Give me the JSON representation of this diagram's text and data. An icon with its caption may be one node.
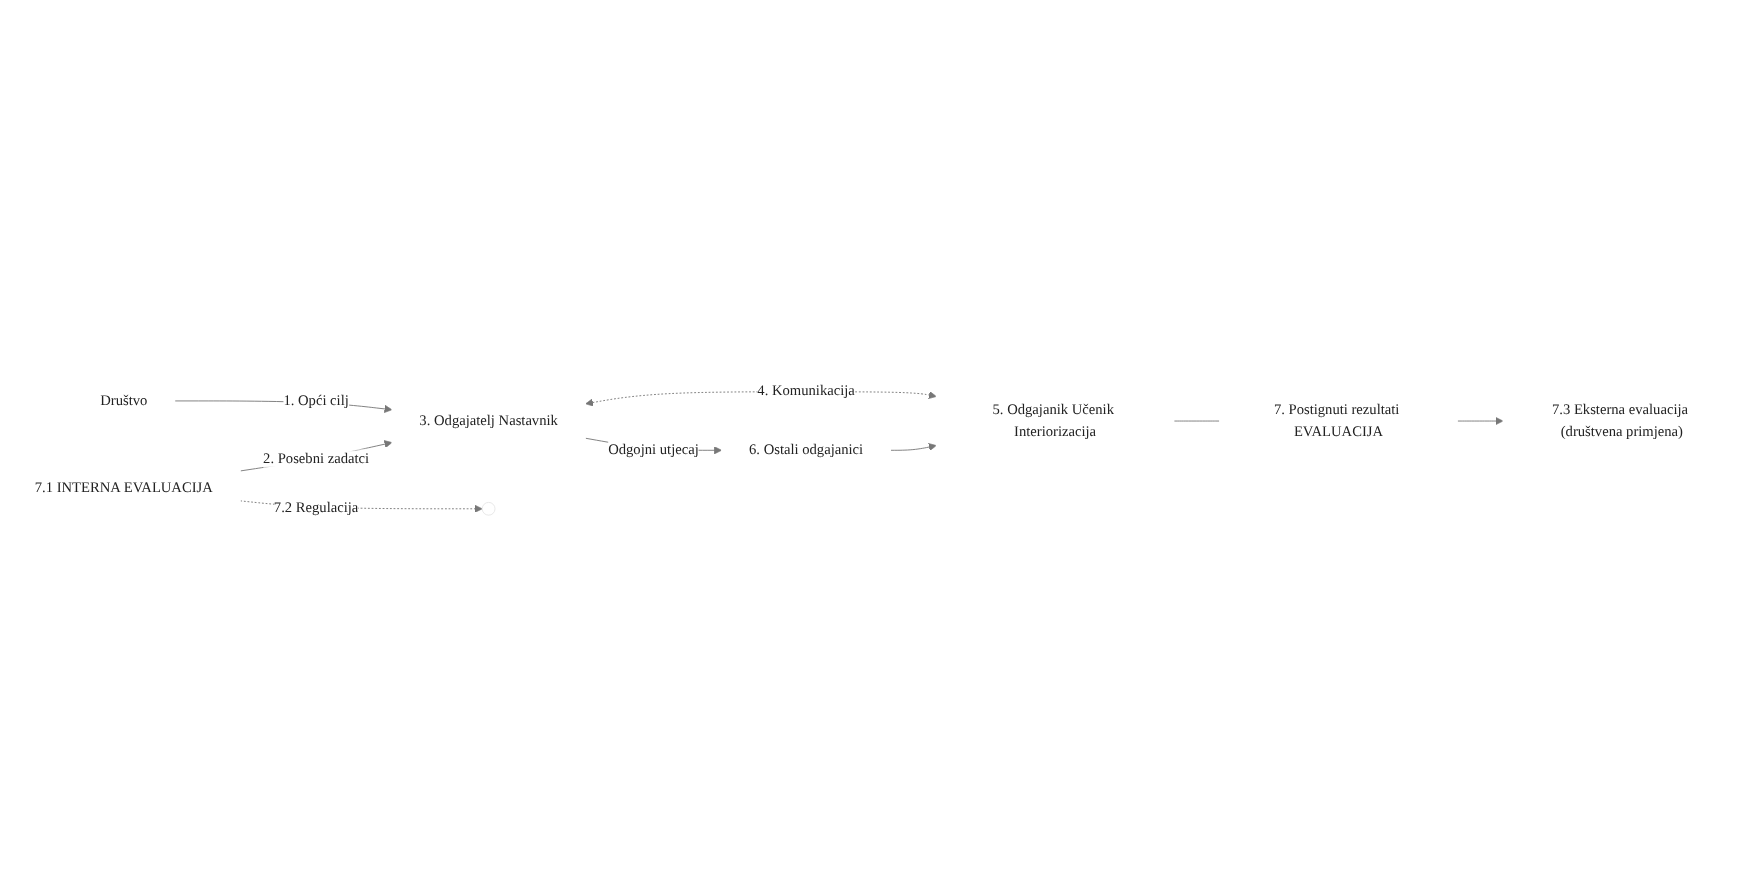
{
  "diagram": {
    "nodes": [
      {
        "text": [
          "Društvo"
        ]
      },
      {
        "text": [
          "7.1 INTERNA EVALUACIJA"
        ]
      },
      {
        "text": [
          "3. Odgajatelj Nastavnik"
        ]
      },
      {
        "text": [
          "6. Ostali odgajanici"
        ]
      },
      {
        "text": [
          "5. Odgajanik Učenik Interiorizacija"
        ]
      },
      {
        "text": [
          "7. Postignuti rezultati EVALUACIJA"
        ]
      },
      {
        "text": [
          "7.3 Eksterna evaluacija (društvena primjena)"
        ]
      }
    ],
    "edges": [
      {
        "from": 0,
        "to": 2,
        "arrow": "to",
        "label": "1. Opći cilj"
      },
      {
        "from": 1,
        "to": 2,
        "arrow": "to",
        "label": "2. Posebni zadatci"
      },
      {
        "from": 1,
        "to": null,
        "arrow": "to",
        "label": "7.2 Regulacija",
        "style": "dashed"
      },
      {
        "from": 2,
        "to": 4,
        "arrow": "both",
        "label": "4. Komunikacija",
        "style": "dashed"
      },
      {
        "from": 2,
        "to": 3,
        "arrow": "to",
        "label": "Odgojni utjecaj"
      },
      {
        "from": 3,
        "to": 4,
        "arrow": "to"
      },
      {
        "from": 4,
        "to": 5,
        "arrow": "none"
      },
      {
        "from": 5,
        "to": 6,
        "arrow": "to"
      }
    ]
  }
}
